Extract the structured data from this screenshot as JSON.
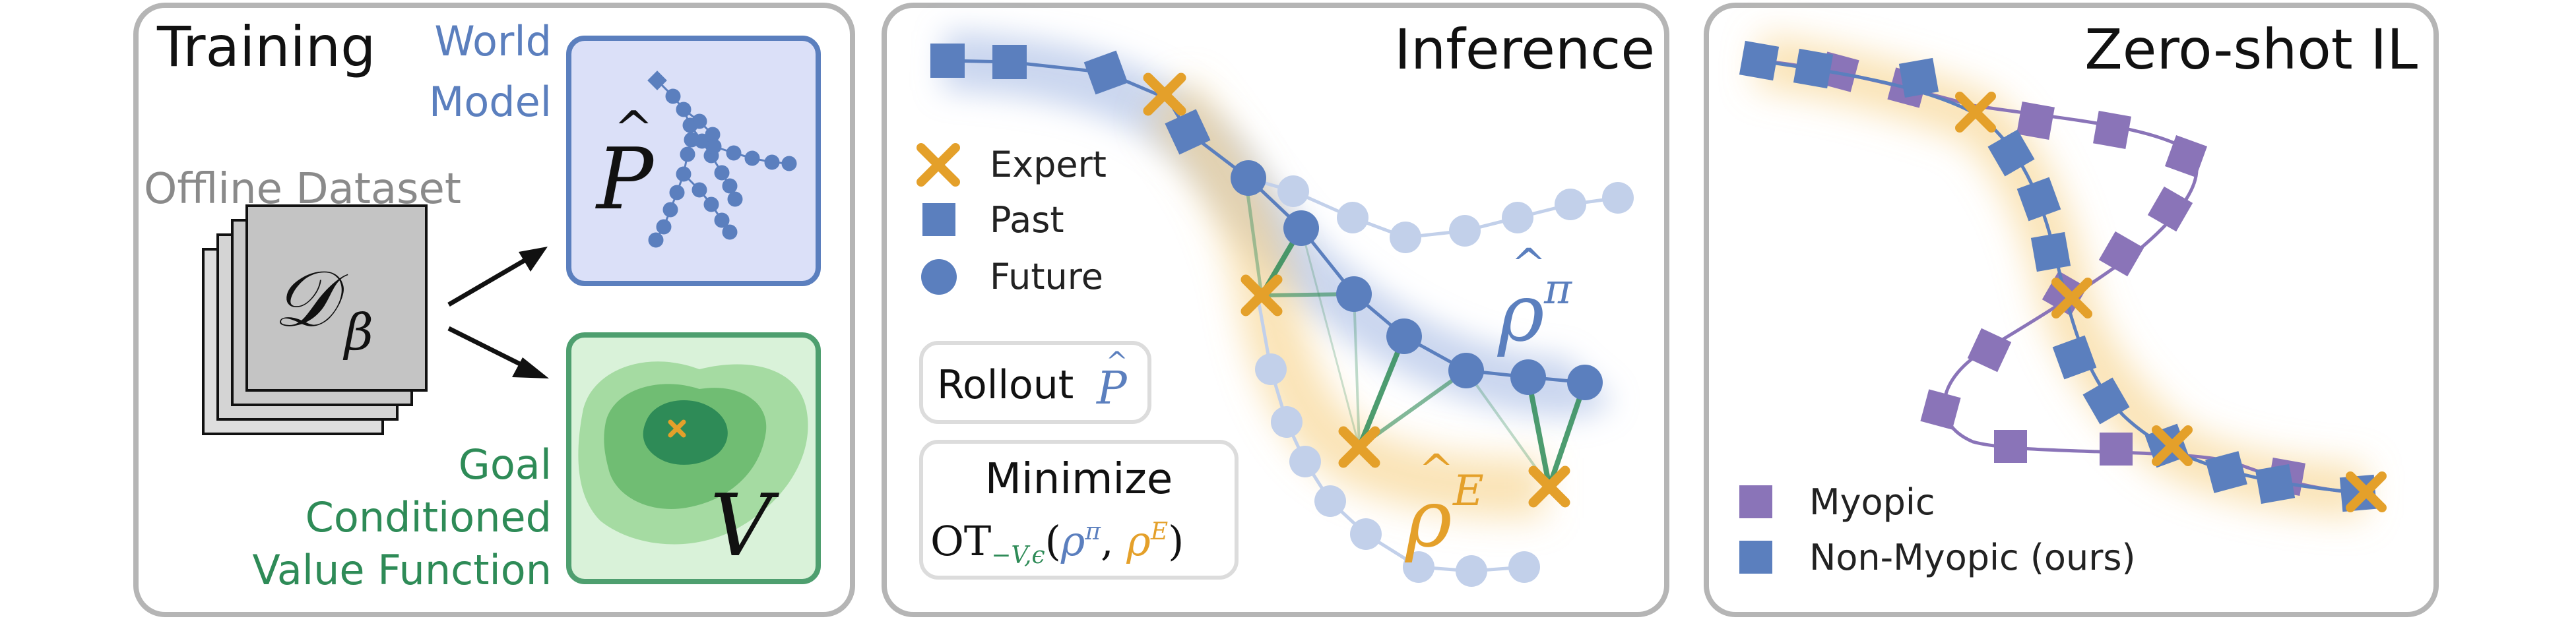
{
  "panels": {
    "training": {
      "title": "Training",
      "dataset_label": "Offline Dataset",
      "dataset_symbol": "𝒟",
      "dataset_subscript": "β",
      "world_model_line1": "World",
      "world_model_line2": "Model",
      "world_model_symbol": "P",
      "world_model_hat": "^",
      "value_line1": "Goal",
      "value_line2": "Conditioned",
      "value_line3": "Value Function",
      "value_symbol": "V"
    },
    "inference": {
      "title": "Inference",
      "legend": [
        {
          "label": "Expert",
          "marker": "cross"
        },
        {
          "label": "Past",
          "marker": "square"
        },
        {
          "label": "Future",
          "marker": "circle"
        }
      ],
      "rollout_text": "Rollout",
      "rollout_symbol": "P",
      "minimize_text": "Minimize",
      "ot_text": "OT",
      "ot_sub": "−V,ϵ",
      "ot_open": "(",
      "ot_pi": "ρ",
      "ot_pi_sup": "π",
      "ot_comma": ", ",
      "ot_e": "ρ",
      "ot_e_sup": "E",
      "ot_close": ")",
      "rho_pi": "ρ",
      "rho_pi_sup": "π",
      "rho_e": "ρ",
      "rho_e_sup": "E",
      "hat": "^"
    },
    "zeroshot": {
      "title": "Zero-shot IL",
      "legend": [
        {
          "label": "Myopic",
          "color": "#8A74B8"
        },
        {
          "label": "Non-Myopic (ours)",
          "color": "#5B7FBE"
        }
      ]
    }
  },
  "colors": {
    "blue": "#5B7FBE",
    "orange": "#E4A02A",
    "green": "#2E8B57",
    "purple": "#8A74B8",
    "world_model_text": "#5B7FBE",
    "value_text": "#2E8B57"
  }
}
